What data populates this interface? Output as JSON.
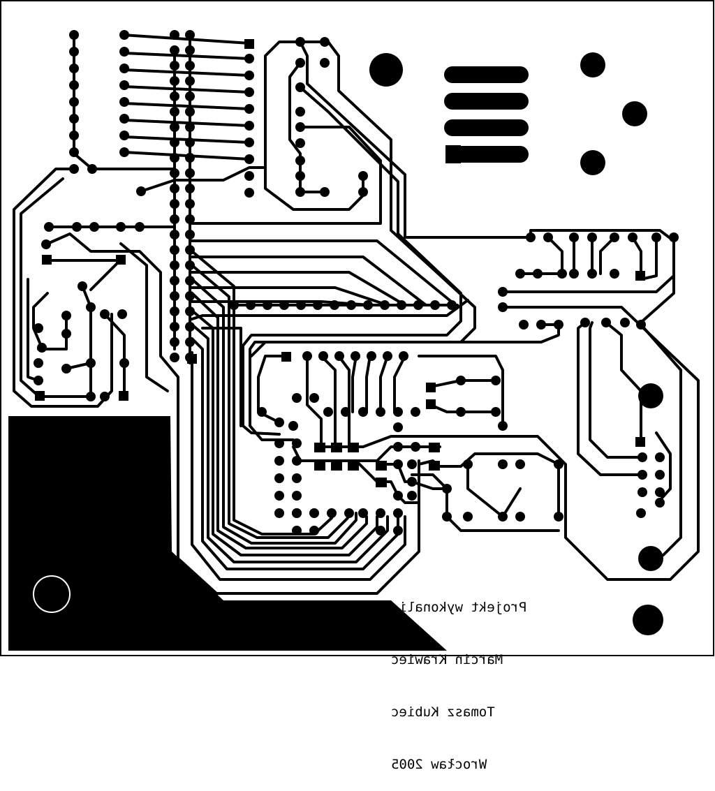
{
  "colors": {
    "copper": "#000000",
    "substrate": "#ffffff",
    "drill": "#ffffff"
  },
  "credits": {
    "line1": "Projekt wykonali:",
    "line2": "Marcin Krawiec",
    "line3": "Tomasz Kubiec",
    "line4": "Wrocław 2005"
  }
}
